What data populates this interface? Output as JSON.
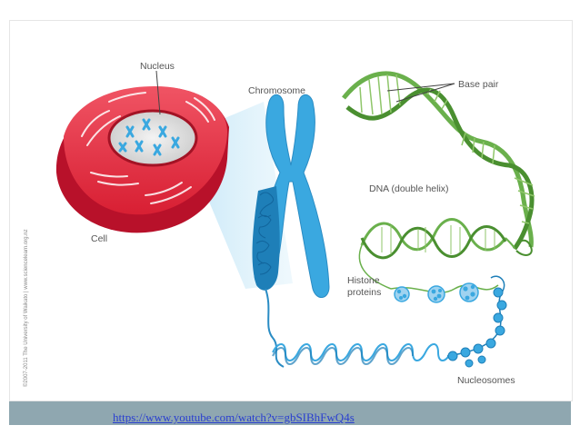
{
  "diagram": {
    "labels": {
      "nucleus": "Nucleus",
      "cell": "Cell",
      "chromosome": "Chromosome",
      "base_pair": "Base pair",
      "dna": "DNA (double helix)",
      "histone_line1": "Histone",
      "histone_line2": "proteins",
      "nucleosomes": "Nucleosomes"
    },
    "credit": "©2007-2011 The University of Waikato | www.sciencelearn.org.nz"
  },
  "footer": {
    "link": "https://www.youtube.com/watch?v=gbSIBhFwQ4s"
  },
  "colors": {
    "cell_red": "#e8283c",
    "chromosome_blue": "#3aa8e0",
    "dna_green": "#6ab04c",
    "footer_bar": "#8fa7b0"
  }
}
